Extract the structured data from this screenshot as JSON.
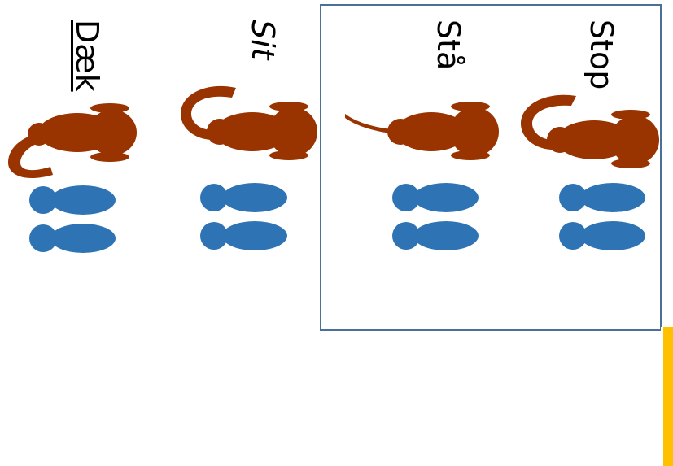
{
  "commands": [
    {
      "id": "daek",
      "label": "Dæk"
    },
    {
      "id": "sit",
      "label": "Sit"
    },
    {
      "id": "staa",
      "label": "Stå"
    },
    {
      "id": "stop",
      "label": "Stop"
    }
  ],
  "colors": {
    "dog": "#993300",
    "person": "#2e74b5",
    "box_border": "#4a6f98",
    "accent_bar": "#ffc000"
  }
}
